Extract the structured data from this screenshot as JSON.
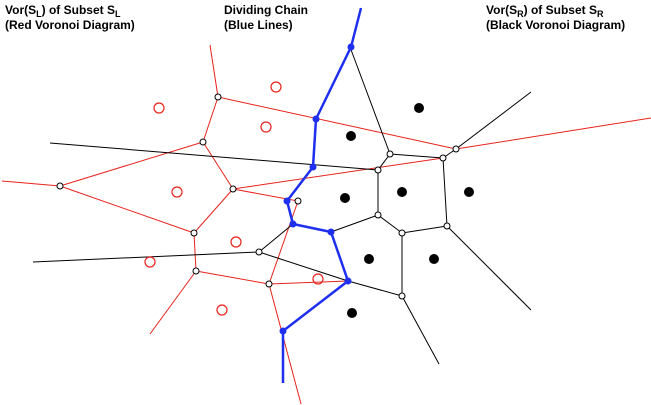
{
  "captions": {
    "left": {
      "line1_prefix": "Vor(S",
      "line1_sub1": "L",
      "line1_mid": ") of Subset S",
      "line1_sub2": "L",
      "line2": "(Red Voronoi Diagram)"
    },
    "middle": {
      "line1": "Dividing Chain",
      "line2": "(Blue Lines)"
    },
    "right": {
      "line1_prefix": "Vor(S",
      "line1_sub1": "R",
      "line1_mid": ") of Subset S",
      "line1_sub2": "R",
      "line2": "(Black Voronoi Diagram)"
    }
  },
  "colors": {
    "red_diagram": "#e8231c",
    "black_diagram": "#000000",
    "dividing_chain": "#1e2ff0",
    "background": "#ffffff"
  }
}
